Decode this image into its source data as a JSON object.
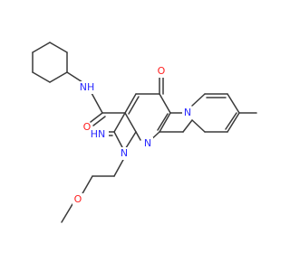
{
  "labels": {
    "amide_nh": "NH",
    "imine_nh": "HN",
    "ring_n1": "N",
    "ring_n_bridge": "N",
    "ring_n_junction": "N",
    "carbonyl_o1": "O",
    "carbonyl_o2": "O",
    "ether_o": "O"
  },
  "colors": {
    "bond": "#3a3a3a",
    "nitrogen": "#2a2aff",
    "oxygen": "#ff2020",
    "background": "#ffffff"
  }
}
